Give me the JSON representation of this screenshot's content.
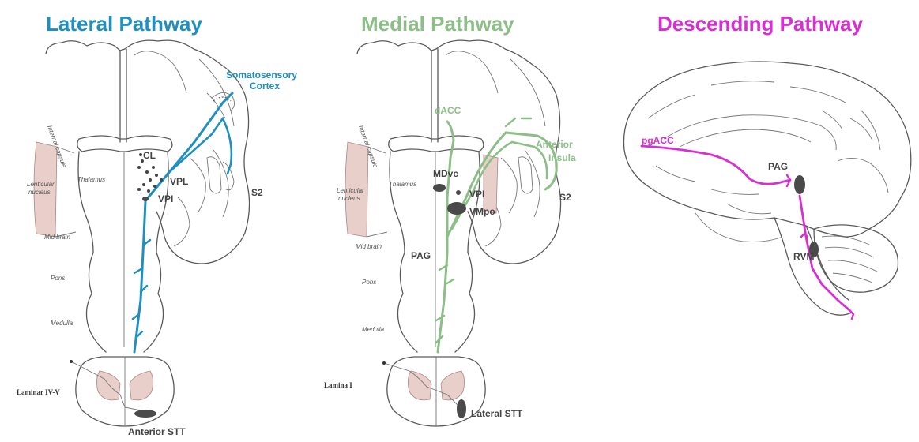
{
  "colors": {
    "lateral": "#1f8fc0",
    "medial": "#8cbf87",
    "descending": "#d72fd2",
    "outline": "#5a5a5a",
    "tissue": "#e9cfc9"
  },
  "panels": {
    "lateral": {
      "title": "Lateral Pathway",
      "labels": {
        "cortex_line1": "Somatosensory",
        "cortex_line2": "Cortex",
        "cl": "CL",
        "vpl": "VPL",
        "vpi": "VPI",
        "s2": "S2",
        "lamina": "Laminar IV-V",
        "stt": "Anterior STT"
      }
    },
    "medial": {
      "title": "Medial Pathway",
      "labels": {
        "dacc": "dACC",
        "insula_line1": "Anterior",
        "insula_line2": "Insula",
        "mdvc": "MDvc",
        "vpi": "VPI",
        "vmpo": "VMpo",
        "s2": "S2",
        "pag": "PAG",
        "lamina": "Lamina I",
        "stt": "Lateral STT"
      }
    },
    "descending": {
      "title": "Descending Pathway",
      "labels": {
        "pgacc": "pgACC",
        "pag": "PAG",
        "rvm": "RVM"
      }
    }
  },
  "anatomy_labels": {
    "internal_capsule": "Internal capsule",
    "thalamus": "Thalamus",
    "lenticular_line1": "Lenticular",
    "lenticular_line2": "nucleus",
    "midbrain": "Mid brain",
    "pons": "Pons",
    "medulla": "Medulla"
  }
}
